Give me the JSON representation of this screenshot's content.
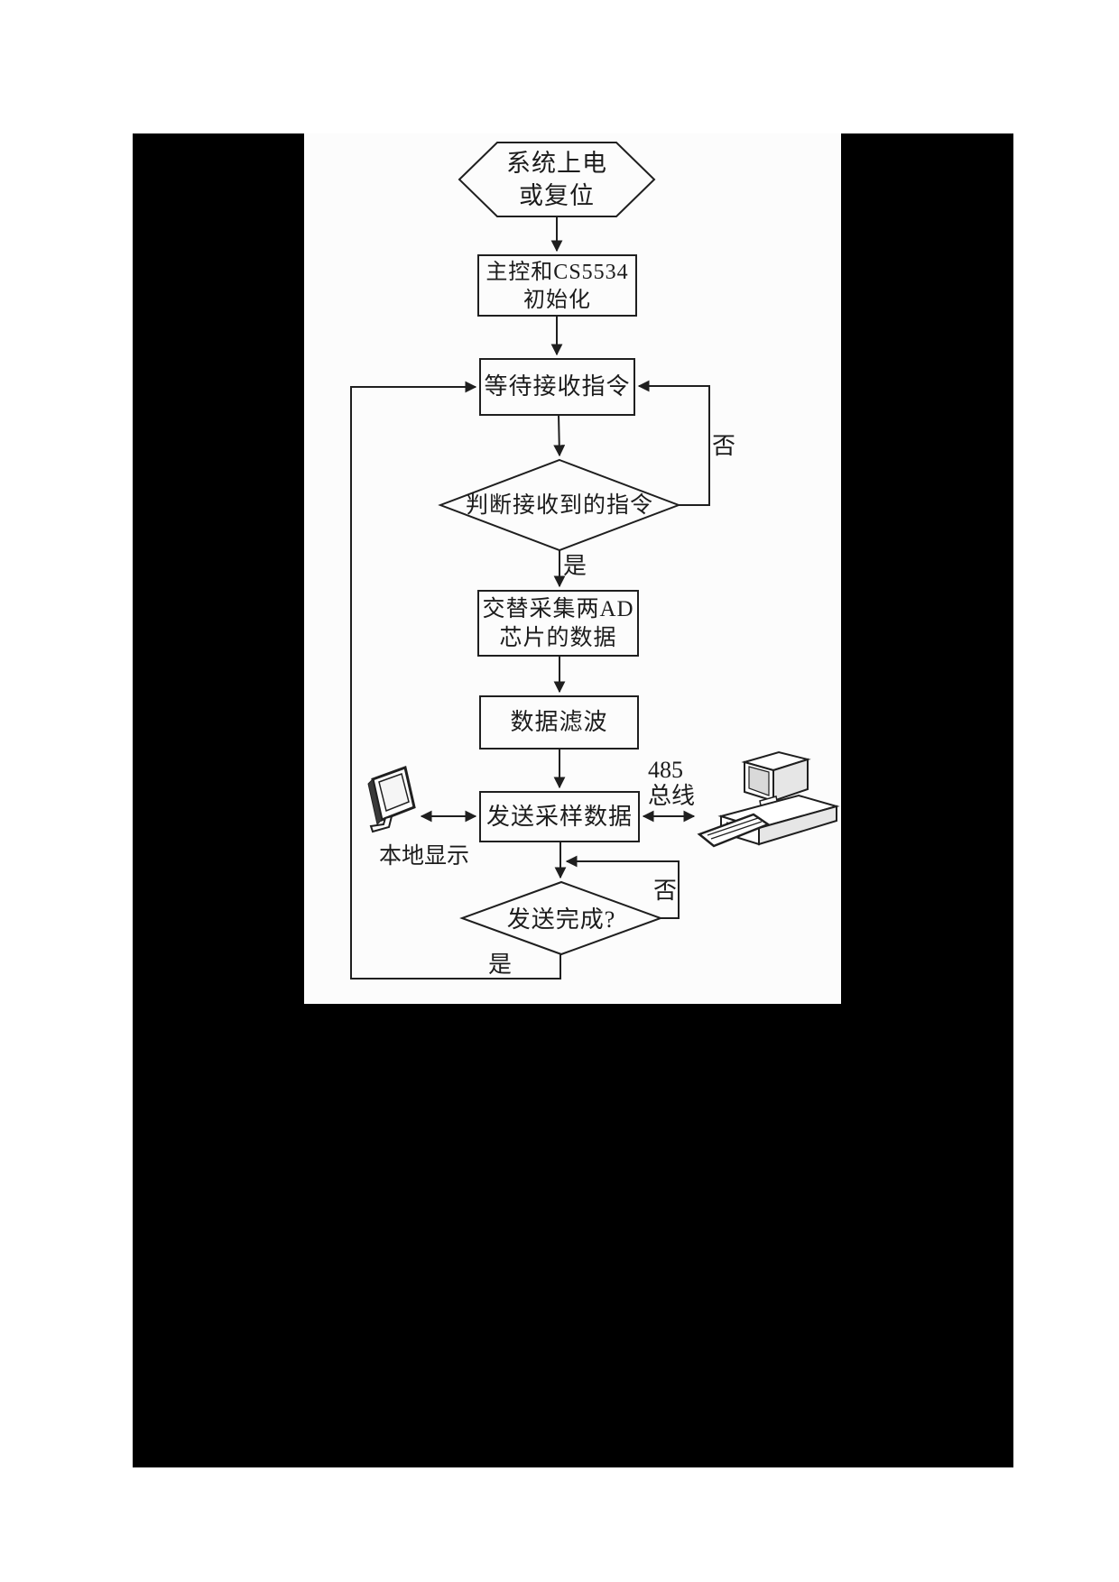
{
  "flowchart": {
    "title_hint": "AD sampling firmware flowchart",
    "nodes": {
      "start": {
        "label": "系统上电\n或复位",
        "shape": "hexagon"
      },
      "init": {
        "label": "主控和CS5534\n初始化",
        "shape": "rect"
      },
      "wait": {
        "label": "等待接收指令",
        "shape": "rect"
      },
      "judge": {
        "label": "判断接收到的指令",
        "shape": "diamond"
      },
      "sample": {
        "label": "交替采集两AD\n芯片的数据",
        "shape": "rect"
      },
      "filter": {
        "label": "数据滤波",
        "shape": "rect"
      },
      "send": {
        "label": "发送采样数据",
        "shape": "rect"
      },
      "done": {
        "label": "发送完成?",
        "shape": "diamond"
      }
    },
    "edge_labels": {
      "judge_yes": "是",
      "judge_no": "否",
      "done_no": "否",
      "done_yes": "是"
    },
    "annotations": {
      "local_display": "本地显示",
      "bus": "485\n总线"
    },
    "icons": [
      "local-display-monitor-icon",
      "host-computer-icon"
    ],
    "colors": {
      "line": "#1f1f1f",
      "panel_bg": "#fcfcfc",
      "frame_bg": "#000000",
      "page_bg": "#ffffff"
    }
  }
}
